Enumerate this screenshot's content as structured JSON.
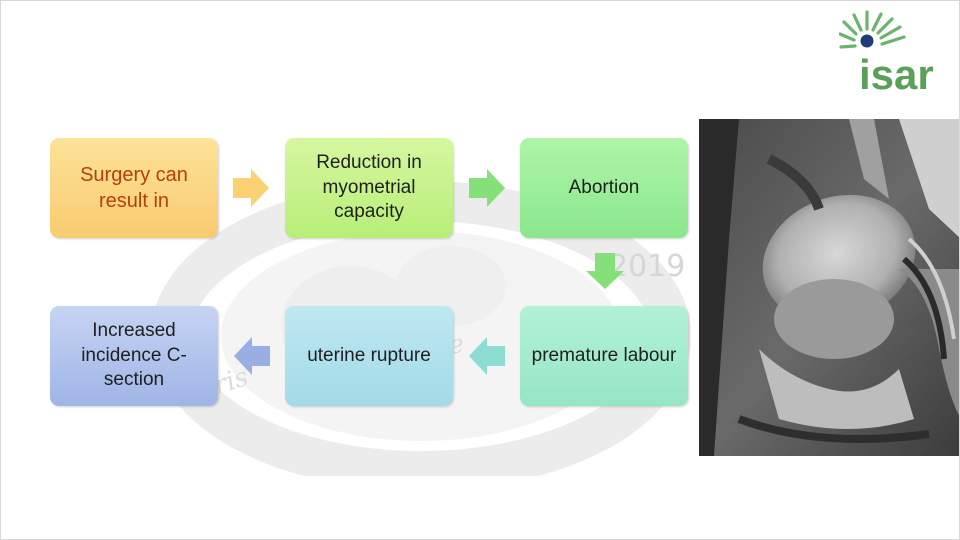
{
  "logo": {
    "text": "isar",
    "color": "#5aa05a"
  },
  "watermark": {
    "year": "2019",
    "word1": "ce",
    "word2": "aris"
  },
  "flow": {
    "surgery": "Surgery can result in",
    "reduction": "Reduction in myometrial capacity",
    "abortion": "Abortion",
    "premature": "premature labour",
    "uterine": "uterine rupture",
    "increased": "Increased incidence C-section"
  },
  "colors": {
    "surgery_text": "#b5400c",
    "arrow_green": "#86e07a",
    "arrow_teal": "#8cdcd2",
    "arrow_blue": "#98afe3"
  }
}
